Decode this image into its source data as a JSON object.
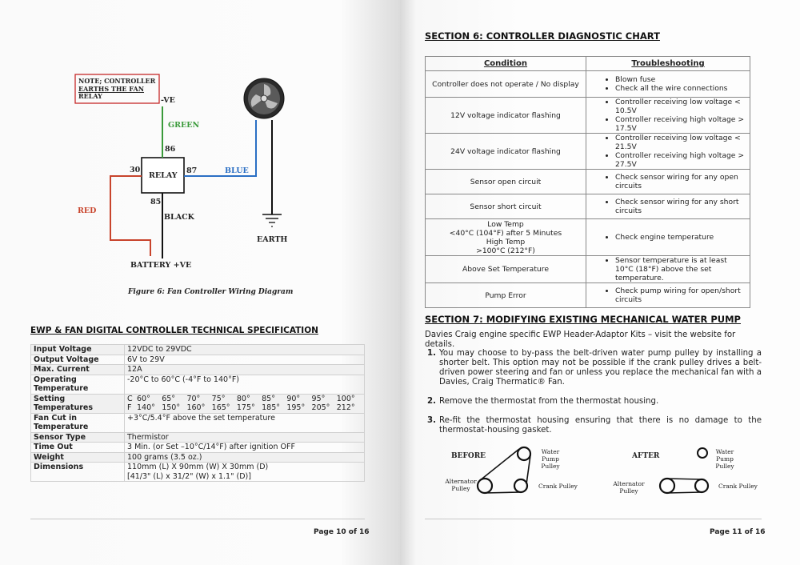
{
  "left_page": {
    "wiring_diagram": {
      "note": [
        "NOTE; CONTROLLER",
        "EARTHS THE FAN",
        "RELAY"
      ],
      "labels": {
        "neg_ve": "-VE",
        "green": "GREEN",
        "pin86": "86",
        "pin30": "30",
        "relay": "RELAY",
        "pin87": "87",
        "blue": "BLUE",
        "pin85": "85",
        "red": "RED",
        "black": "BLACK",
        "earth": "EARTH",
        "battery": "BATTERY +VE"
      },
      "wire_colors": {
        "green": "#3a9a3a",
        "blue": "#2b6fc4",
        "red": "#c8442c",
        "black": "#111111",
        "note_border": "#c62828"
      },
      "caption": "Figure 6: Fan Controller Wiring Diagram"
    },
    "spec_title": "EWP & FAN DIGITAL CONTROLLER TECHNICAL SPECIFICATION",
    "spec_rows": {
      "input_voltage": {
        "label": "Input Voltage",
        "value": "12VDC to 29VDC"
      },
      "output_voltage": {
        "label": "Output Voltage",
        "value": "6V to 29V"
      },
      "max_current": {
        "label": "Max. Current",
        "value": "12A"
      },
      "operating_temp": {
        "label": "Operating Temperature",
        "value": "-20°C to 60°C (-4°F to 140°F)"
      },
      "setting_temps": {
        "label": "Setting Temperatures",
        "c_unit": "C",
        "f_unit": "F",
        "celsius": [
          "60°",
          "65°",
          "70°",
          "75°",
          "80°",
          "85°",
          "90°",
          "95°",
          "100°"
        ],
        "fahrenheit": [
          "140°",
          "150°",
          "160°",
          "165°",
          "175°",
          "185°",
          "195°",
          "205°",
          "212°"
        ]
      },
      "fan_cut_in": {
        "label": "Fan Cut in Temperature",
        "value": "+3°C/5.4°F above the set temperature"
      },
      "sensor_type": {
        "label": "Sensor Type",
        "value": "Thermistor"
      },
      "time_out": {
        "label": "Time Out",
        "value": "3 Min. (or Set –10°C/14°F) after ignition OFF"
      },
      "weight": {
        "label": "Weight",
        "value": "100 grams (3.5 oz.)"
      },
      "dimensions": {
        "label": "Dimensions",
        "value_line1": "110mm (L) X 90mm (W) X 30mm (D)",
        "value_line2": "[41/3\" (L) x 31/2\" (W) x 1.1\" (D)]"
      }
    },
    "page_number": "Page 10 of 16"
  },
  "right_page": {
    "section6_title": "SECTION 6: CONTROLLER DIAGNOSTIC CHART",
    "diag_headers": {
      "condition": "Condition",
      "troubleshooting": "Troubleshooting"
    },
    "diag_rows": [
      {
        "condition": [
          "Controller does not operate / No display"
        ],
        "fixes": [
          "Blown fuse",
          "Check all the wire connections"
        ]
      },
      {
        "condition": [
          "12V voltage indicator flashing"
        ],
        "fixes": [
          "Controller receiving low voltage < 10.5V",
          "Controller receiving high voltage > 17.5V"
        ]
      },
      {
        "condition": [
          "24V voltage indicator flashing"
        ],
        "fixes": [
          "Controller receiving low voltage < 21.5V",
          "Controller receiving high voltage > 27.5V"
        ]
      },
      {
        "condition": [
          "Sensor open circuit"
        ],
        "fixes": [
          "Check sensor wiring for any open circuits"
        ]
      },
      {
        "condition": [
          "Sensor short circuit"
        ],
        "fixes": [
          "Check sensor wiring for any short circuits"
        ]
      },
      {
        "condition": [
          "Low Temp",
          "<40°C (104°F) after 5 Minutes",
          "High Temp",
          ">100°C (212°F)"
        ],
        "fixes": [
          "Check engine temperature"
        ]
      },
      {
        "condition": [
          "Above Set Temperature"
        ],
        "fixes": [
          "Sensor temperature is at least 10°C (18°F) above the set temperature."
        ]
      },
      {
        "condition": [
          "Pump Error"
        ],
        "fixes": [
          "Check pump wiring for open/short circuits"
        ]
      }
    ],
    "section7_title": "SECTION 7: MODIFYING EXISTING MECHANICAL WATER PUMP",
    "section7_intro": "Davies Craig engine specific EWP Header-Adaptor Kits – visit the website for details.",
    "steps": [
      {
        "num": "1.",
        "text": "You may choose to by-pass the belt-driven water pump pulley by installing a shorter belt. This option may not be possible if the crank pulley drives a belt-driven power steering and fan or unless you replace the mechanical fan with a Davies, Craig Thermatic® Fan."
      },
      {
        "num": "2.",
        "text": "Remove the thermostat from the thermostat housing."
      },
      {
        "num": "3.",
        "text": "Re-fit the thermostat housing ensuring that there is no damage to the thermostat-housing gasket."
      }
    ],
    "pulley_diagram": {
      "before": "BEFORE",
      "after": "AFTER",
      "water_pump": "Water Pump Pulley",
      "alternator": "Alternator Pulley",
      "crank": "Crank Pulley"
    },
    "page_number": "Page 11 of 16"
  }
}
